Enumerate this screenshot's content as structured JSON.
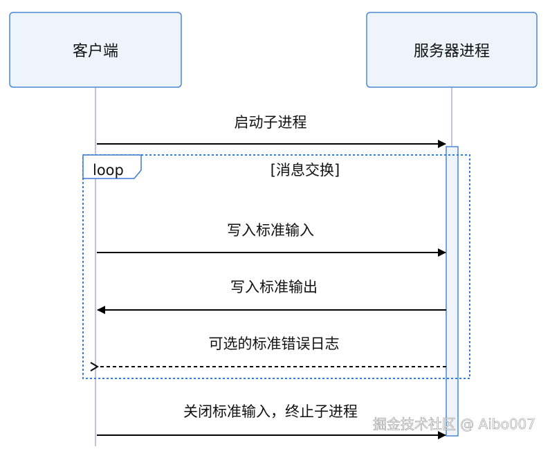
{
  "participants": [
    {
      "id": "client",
      "label": "客户端"
    },
    {
      "id": "server",
      "label": "服务器进程"
    }
  ],
  "loop": {
    "keyword": "loop",
    "condition": "[消息交换]"
  },
  "messages": [
    {
      "label": "启动子进程",
      "from": "client",
      "to": "server",
      "style": "solid"
    },
    {
      "label": "写入标准输入",
      "from": "client",
      "to": "server",
      "style": "solid"
    },
    {
      "label": "写入标准输出",
      "from": "server",
      "to": "client",
      "style": "solid"
    },
    {
      "label": "可选的标准错误日志",
      "from": "server",
      "to": "client",
      "style": "dashed"
    },
    {
      "label": "关闭标准输入，终止子进程",
      "from": "client",
      "to": "server",
      "style": "solid"
    }
  ],
  "watermark": "掘金技术社区 @ Aibo007",
  "colors": {
    "box_fill": "#eef4fb",
    "box_stroke": "#4a86d6",
    "lifeline": "#c9bde6",
    "loop_border": "#3b78d8",
    "arrow": "#000000"
  }
}
